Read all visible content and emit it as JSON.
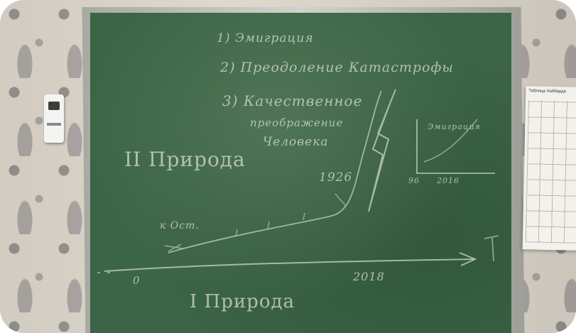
{
  "scene": {
    "subject": "chalkboard-photo",
    "wall": {
      "color": "#ddd6cb",
      "pattern_color": "#5a5a5f"
    },
    "board": {
      "color": "#3c6446",
      "frame_color": "#c3c3bd",
      "chalk_color": "#c9d5c6"
    }
  },
  "chalkboard": {
    "list_item_1": "1) Эмиграция",
    "list_item_2": "2) Преодоление Катастрофы",
    "list_item_3_line1": "3) Качественное",
    "list_item_3_line2": "преображение",
    "list_item_3_line3": "Человека",
    "section_2": "II Природа",
    "section_1": "I Природа",
    "year_1926": "1926",
    "year_2018": "2018",
    "zero": "0",
    "time_axis_label": "T",
    "small_chart_label": "Эмиграция",
    "small_chart_x1": "96",
    "small_chart_x2": "2016",
    "left_note": "к Ост."
  },
  "poster": {
    "title": "Таблица Хаббарда"
  }
}
